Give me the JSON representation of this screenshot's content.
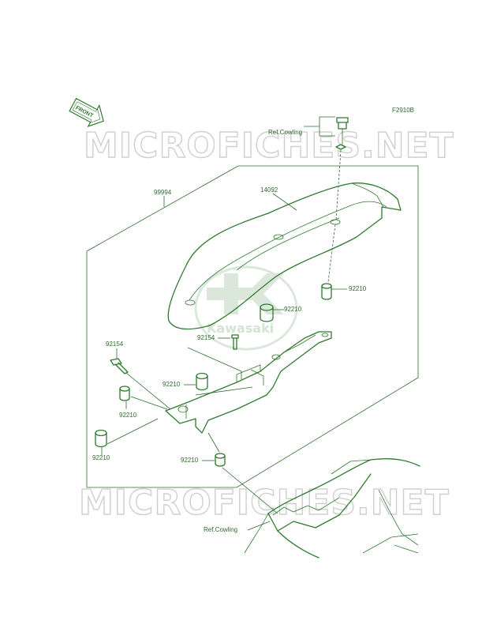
{
  "figure_code": "F2910B",
  "front_arrow_label": "FRONT",
  "watermark_text": "MICROFICHES.NET",
  "logo_text": "Kawasaki",
  "part_labels": {
    "p99994": "99994",
    "p14092": "14092",
    "p92210_a": "92210",
    "p92210_b": "92210",
    "p92154_a": "92154",
    "p92210_c": "92210",
    "p92154_b": "92154",
    "p92210_d": "92210",
    "p92210_e": "92210",
    "p92210_f": "92210"
  },
  "ref_labels": {
    "top": "Ref.Cowling",
    "bottom": "Ref.Cowling"
  },
  "colors": {
    "line": "#2f7a2f",
    "label": "#2f6b2f",
    "watermark": "#cfcfcf"
  }
}
